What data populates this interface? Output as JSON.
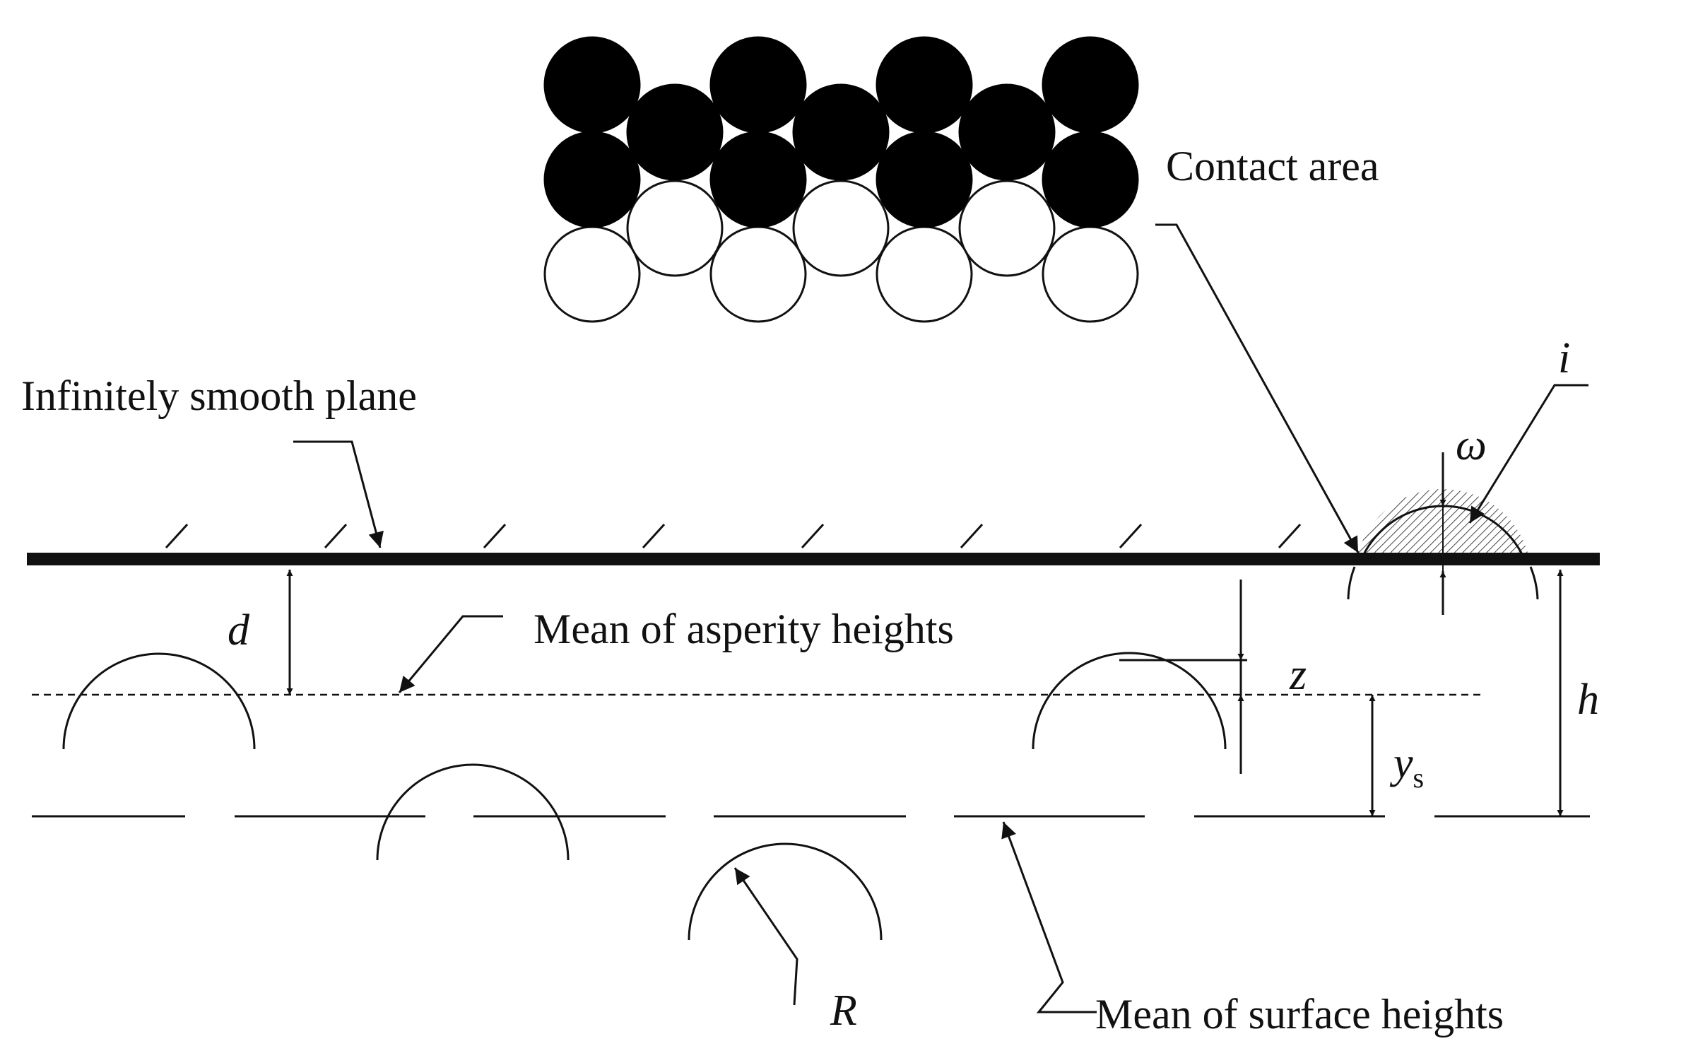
{
  "labels": {
    "contact_area": "Contact area",
    "infinitely_smooth_plane": "Infinitely smooth plane",
    "mean_asperity_heights": "Mean of asperity heights",
    "mean_surface_heights": "Mean of surface heights",
    "sym_i": "i",
    "sym_omega": "ω",
    "sym_d": "d",
    "sym_z": "z",
    "sym_h": "h",
    "sym_ys_base": "y",
    "sym_ys_sub": "s",
    "sym_R": "R"
  },
  "colors": {
    "ink": "#111111",
    "filled_sphere": "#000000",
    "open_sphere": "#ffffff",
    "hatch": "#444444"
  }
}
